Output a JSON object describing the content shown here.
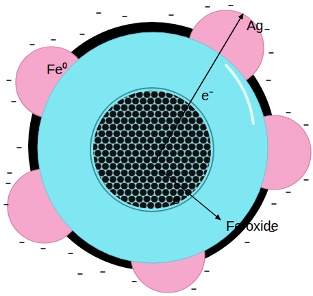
{
  "diagram": {
    "labels": [
      "Ag",
      "Fe⁰",
      "e⁻",
      "e⁻",
      "Fe oxide"
    ]
  }
}
